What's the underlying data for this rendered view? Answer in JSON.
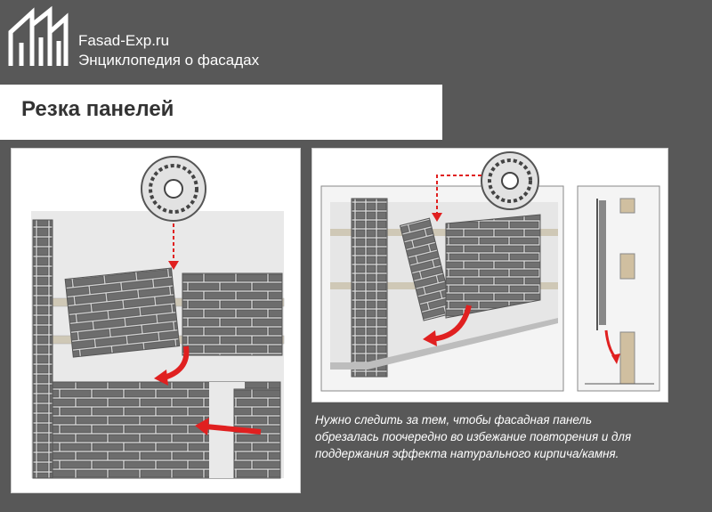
{
  "brand": {
    "site": "Fasad-Exp.ru",
    "tagline": "Энциклопедия о фасадах"
  },
  "page": {
    "title": "Резка панелей"
  },
  "caption": {
    "line1": "Нужно следить за тем, чтобы фасадная панель",
    "line2": "обрезалась поочередно во избежание повторения и для",
    "line3": "поддержания эффекта натурального кирпича/камня."
  },
  "colors": {
    "background": "#585858",
    "brick": "#6d6d6d",
    "mortar": "#d8d8d8",
    "arrow": "#e02020"
  },
  "icons": [
    "building-logo-icon",
    "circular-saw-icon",
    "curved-arrow-icon"
  ]
}
